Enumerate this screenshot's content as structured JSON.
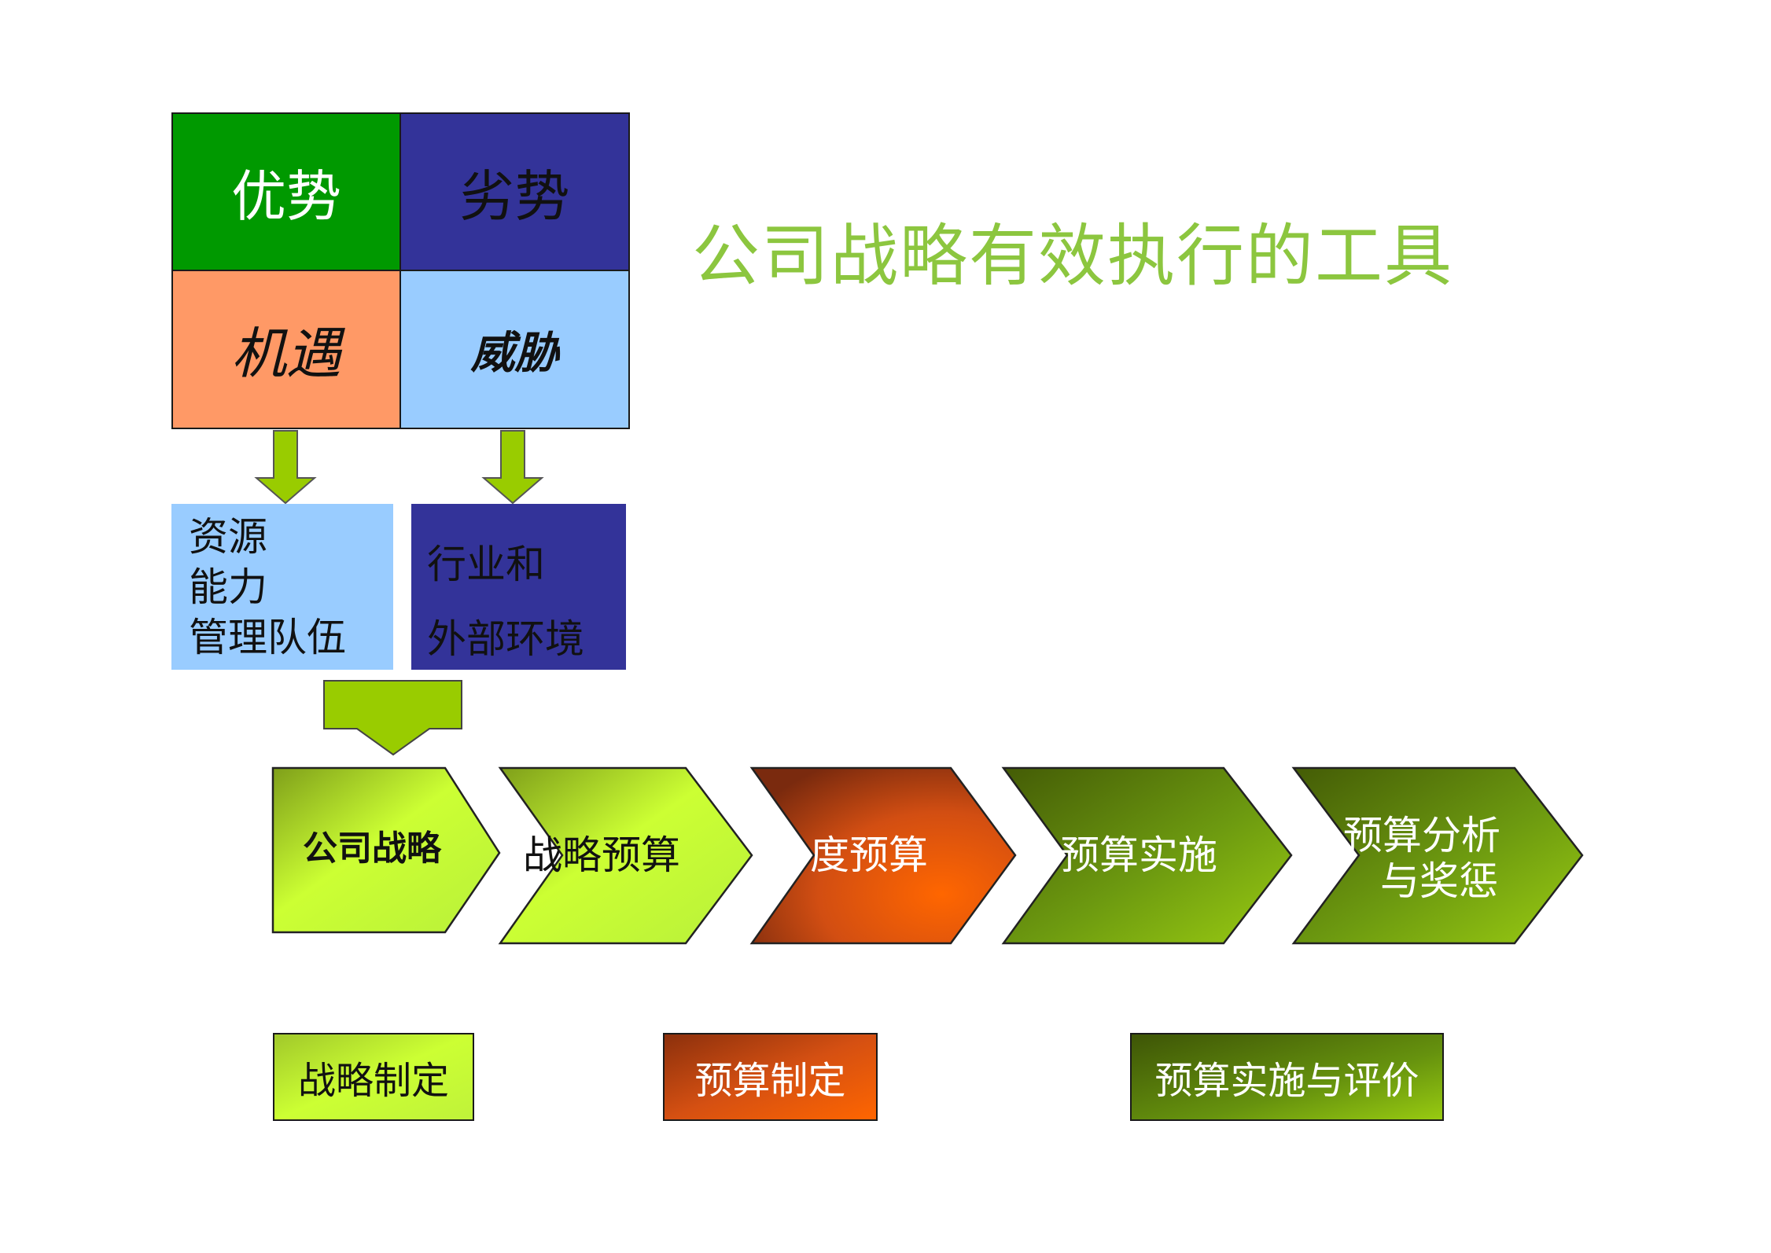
{
  "title": "公司战略有效执行的工具",
  "swot": {
    "strengths": "优势",
    "weaknesses": "劣势",
    "opportunities": "机遇",
    "threats": "威胁"
  },
  "internal_box": {
    "line1": "资源",
    "line2": "能力",
    "line3": "管理队伍"
  },
  "external_box": {
    "line1": "行业和",
    "line2": "外部环境"
  },
  "process_steps": [
    {
      "label": "公司战略"
    },
    {
      "label": "战略预算"
    },
    {
      "label": "度预算"
    },
    {
      "label": "预算实施"
    },
    {
      "label_line1": "预算分析",
      "label_line2": "与奖惩"
    }
  ],
  "legend": {
    "strategy": "战略制定",
    "budget": "预算制定",
    "execution": "预算实施与评价"
  },
  "colors": {
    "strengths": "#009900",
    "weaknesses": "#333399",
    "opportunities": "#ff9966",
    "threats": "#99ccff",
    "title": "#8cc63f",
    "arrow": "#99cc00",
    "lime": "#ccff33",
    "orange": "#ff6600",
    "dark_green": "#4d6600"
  }
}
